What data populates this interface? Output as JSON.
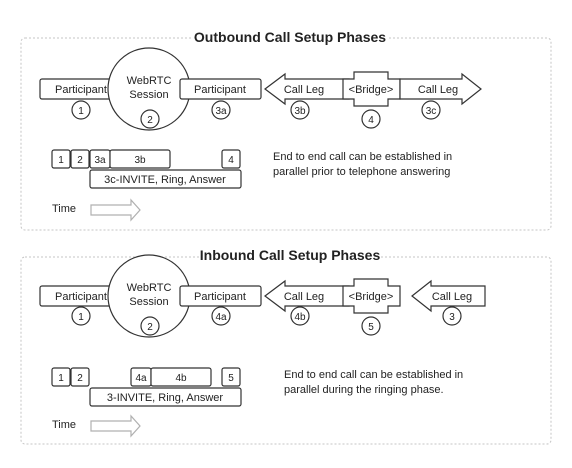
{
  "outbound": {
    "title": "Outbound Call Setup Phases",
    "participant_left": "Participant",
    "webrtc_line1": "WebRTC",
    "webrtc_line2": "Session",
    "participant_right": "Participant",
    "call_leg_left": "Call Leg",
    "bridge": "<Bridge>",
    "call_leg_right": "Call Leg",
    "markers": [
      "1",
      "2",
      "3a",
      "3b",
      "4",
      "3c"
    ],
    "timeline_cells": [
      "1",
      "2",
      "3a",
      "3b",
      "4"
    ],
    "timeline_bar": "3c-INVITE, Ring, Answer",
    "note_line1": "End to end call can be established in",
    "note_line2": "parallel prior to telephone answering",
    "time_label": "Time"
  },
  "inbound": {
    "title": "Inbound Call Setup Phases",
    "participant_left": "Participant",
    "webrtc_line1": "WebRTC",
    "webrtc_line2": "Session",
    "participant_right": "Participant",
    "call_leg_left": "Call Leg",
    "bridge": "<Bridge>",
    "call_leg_right": "Call Leg",
    "markers": [
      "1",
      "2",
      "4a",
      "4b",
      "5",
      "3"
    ],
    "timeline_cells": [
      "1",
      "2",
      "4a",
      "4b",
      "5"
    ],
    "timeline_bar": "3-INVITE, Ring, Answer",
    "note_line1": "End to end call can be established in",
    "note_line2": "parallel during the ringing phase.",
    "time_label": "Time"
  }
}
